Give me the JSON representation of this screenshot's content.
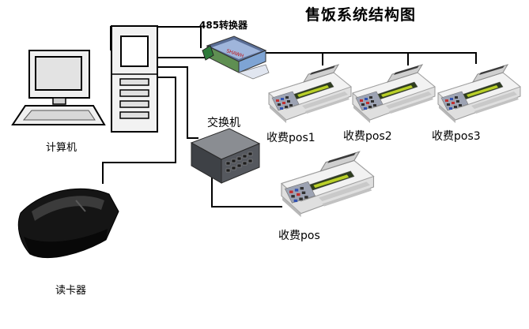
{
  "title": "售饭系统结构图",
  "labels": {
    "converter": "485转换器",
    "switch": "交换机",
    "computer": "计算机",
    "card_reader": "读卡器",
    "pos1": "收费pos1",
    "pos2": "收费pos2",
    "pos3": "收费pos3",
    "pos": "收费pos"
  }
}
